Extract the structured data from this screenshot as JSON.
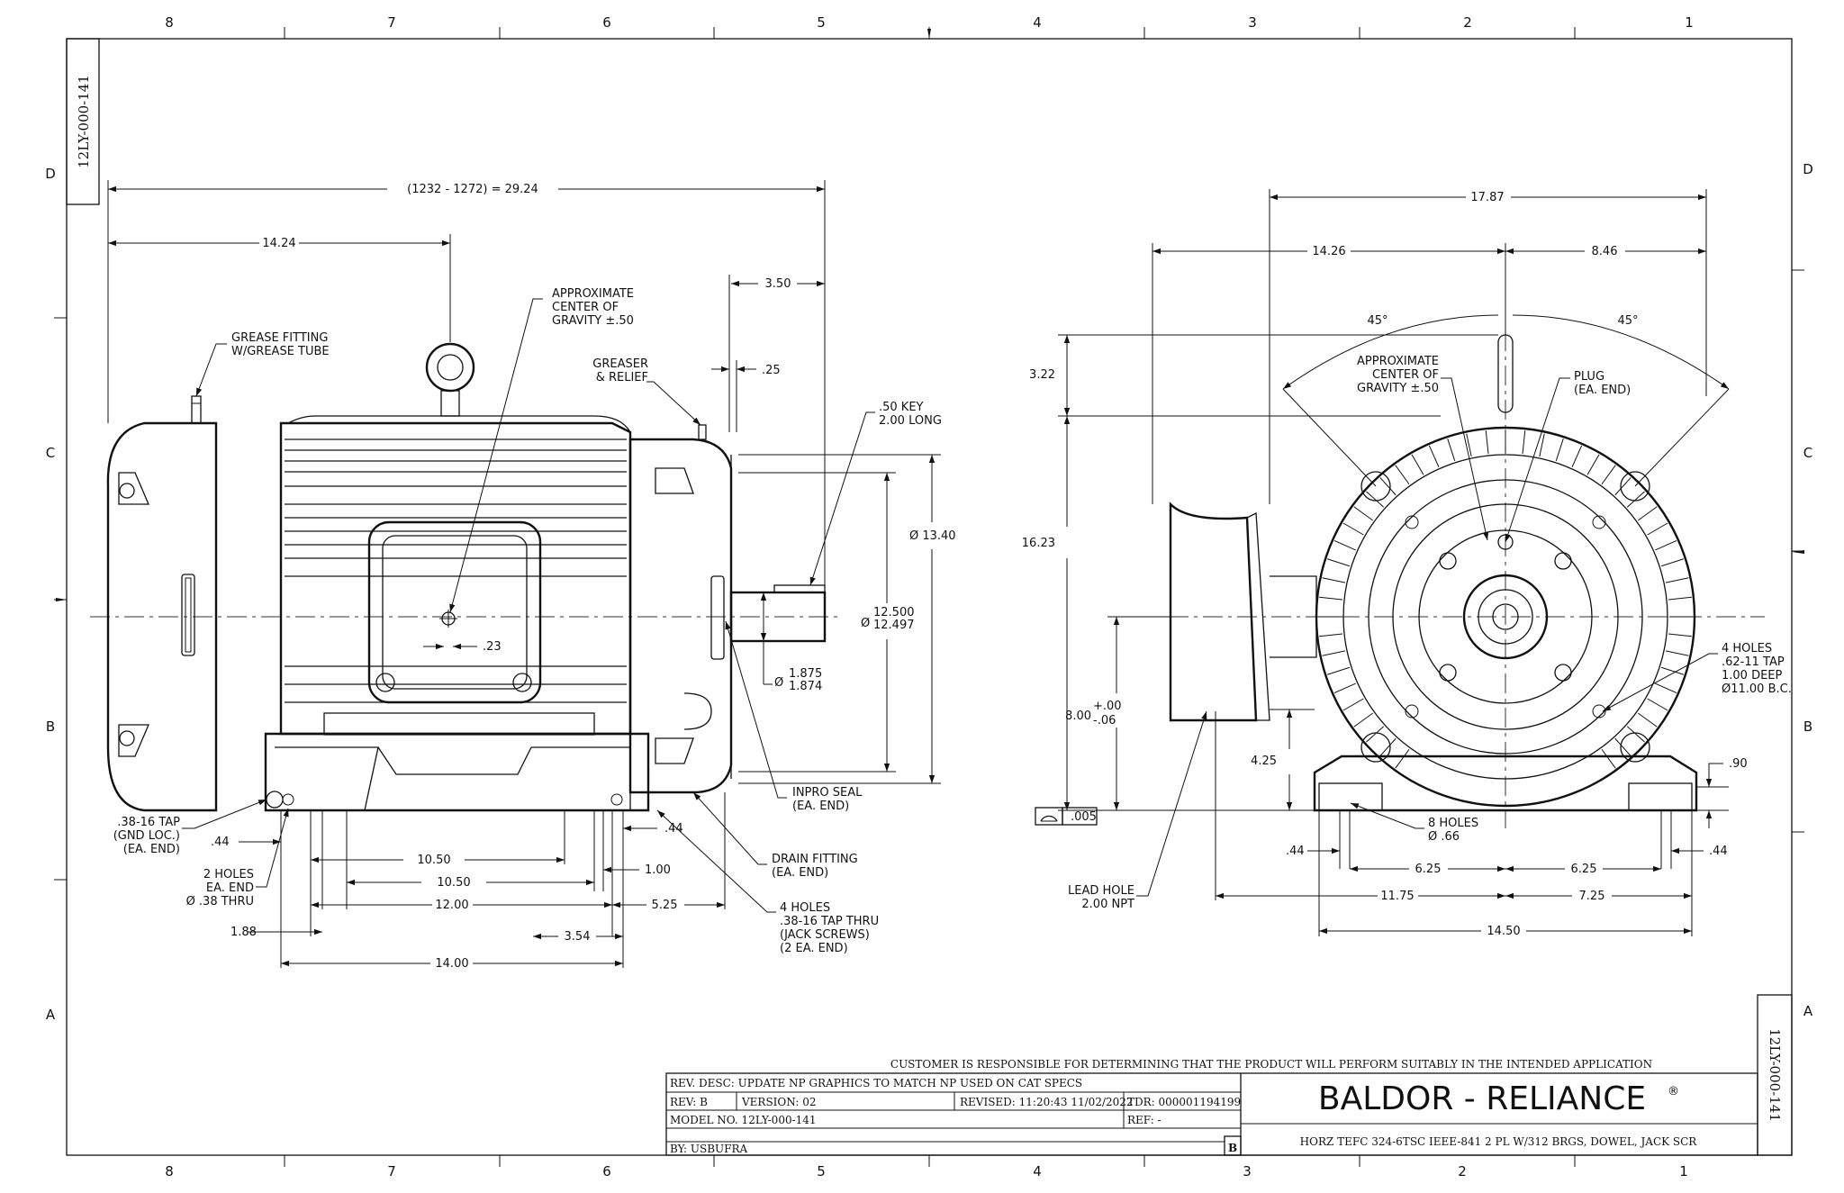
{
  "sheet": {
    "zones_top": [
      "8",
      "7",
      "6",
      "5",
      "4",
      "3",
      "2",
      "1"
    ],
    "zones_side": [
      "D",
      "C",
      "B",
      "A"
    ],
    "drawing_number": "12LY-000-141"
  },
  "side_view": {
    "overall_length": "(1232 - 1272) = 29.24",
    "cg_location": "14.24",
    "shaft_extension": "3.50",
    "shoulder": ".25",
    "cg_offset": ".23",
    "frame_dia": "Ø 13.40",
    "rabbet_dia_top": "12.500",
    "rabbet_dia_bottom": "12.497",
    "rabbet_dia_prefix": "Ø",
    "shaft_dia_top": "1.875",
    "shaft_dia_bottom": "1.874",
    "shaft_dia_prefix": "Ø",
    "foot_spacing_1": "10.50",
    "foot_spacing_2": "10.50",
    "foot_1_00": "1.00",
    "foot_12_00": "12.00",
    "foot_5_25": "5.25",
    "foot_1_88": "1.88",
    "foot_3_54": "3.54",
    "foot_14_00": "14.00",
    "foot_44_left": ".44",
    "foot_44_right": ".44",
    "notes": {
      "grease_1": "GREASE FITTING",
      "grease_2": "W/GREASE TUBE",
      "cg_1": "APPROXIMATE",
      "cg_2": "CENTER OF",
      "cg_3": "GRAVITY ±.50",
      "greaser_1": "GREASER",
      "greaser_2": "& RELIEF",
      "key_1": ".50 KEY",
      "key_2": "2.00 LONG",
      "inpro_1": "INPRO SEAL",
      "inpro_2": "(EA. END)",
      "drain_1": "DRAIN FITTING",
      "drain_2": "(EA. END)",
      "jack_1": "4 HOLES",
      "jack_2": ".38-16 TAP THRU",
      "jack_3": "(JACK SCREWS)",
      "jack_4": "(2 EA. END)",
      "gnd_1": ".38-16 TAP",
      "gnd_2": "(GND LOC.)",
      "gnd_3": "(EA. END)",
      "holes_1": "2 HOLES",
      "holes_2": "EA. END",
      "holes_3": "Ø .38 THRU"
    }
  },
  "end_view": {
    "overall_width": "17.87",
    "left_width": "14.26",
    "right_width": "8.46",
    "angle_left": "45°",
    "angle_right": "45°",
    "eyebolt_height": "3.22",
    "total_height": "16.23",
    "shaft_height_main": "8.00",
    "shaft_height_plus": "+.00",
    "shaft_height_minus": "-.06",
    "foot_height": "4.25",
    "flatness": ".005",
    "foot_90": ".90",
    "foot_44_left": ".44",
    "foot_44_right": ".44",
    "foot_6_25_left": "6.25",
    "foot_6_25_right": "6.25",
    "dim_11_75": "11.75",
    "dim_7_25": "7.25",
    "dim_14_50": "14.50",
    "notes": {
      "cg_1": "APPROXIMATE",
      "cg_2": "CENTER OF",
      "cg_3": "GRAVITY ±.50",
      "plug_1": "PLUG",
      "plug_2": "(EA. END)",
      "holes4_1": "4 HOLES",
      "holes4_2": ".62-11 TAP",
      "holes4_3": "1.00 DEEP",
      "holes4_4": "Ø11.00 B.C.",
      "holes8_1": "8 HOLES",
      "holes8_2": "Ø .66",
      "lead_1": "LEAD HOLE",
      "lead_2": "2.00 NPT"
    }
  },
  "title_block": {
    "disclaimer": "CUSTOMER IS RESPONSIBLE FOR DETERMINING THAT THE PRODUCT WILL PERFORM SUITABLY IN THE INTENDED APPLICATION",
    "rev_desc": "REV. DESC: UPDATE NP GRAPHICS TO MATCH NP USED ON CAT SPECS",
    "rev": "REV:  B",
    "version": "VERSION:  02",
    "revised": "REVISED:  11:20:43 11/02/2022",
    "tdr": "TDR: 000001194199",
    "model": "MODEL NO.  12LY-000-141",
    "ref": "REF:  -",
    "by": "BY: USBUFRA",
    "rev_letter": "B",
    "brand": "BALDOR - RELIANCE",
    "brand_mark": "®",
    "description": "HORZ TEFC 324-6TSC IEEE-841 2 PL W/312 BRGS, DOWEL, JACK SCR"
  }
}
